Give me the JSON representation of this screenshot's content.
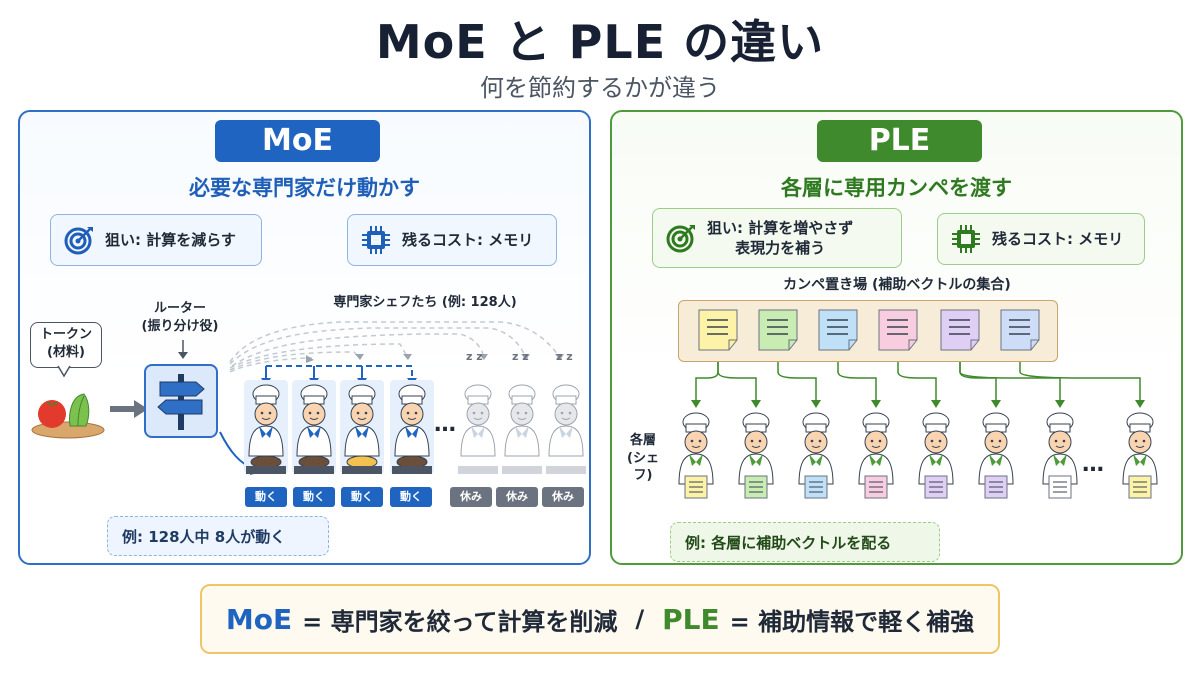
{
  "title": "MoE と PLE の違い",
  "subtitle": "何を節約するかが違う",
  "moe": {
    "tag": "MoE",
    "heading": "必要な専門家だけ動かす",
    "goal": "狙い: 計算を減らす",
    "cost": "残るコスト: メモリ",
    "token_label_1": "トークン",
    "token_label_2": "(材料)",
    "router_label_1": "ルーター",
    "router_label_2": "(振り分け役)",
    "experts_label": "専門家シェフたち (例: 128人)",
    "ellipsis": "…",
    "sleep": [
      "z z",
      "z z",
      "z z"
    ],
    "active_chips": [
      "動く",
      "動く",
      "動く",
      "動く"
    ],
    "rest_chips": [
      "休み",
      "休み",
      "休み"
    ],
    "example": "例: 128人中 8人が動く"
  },
  "ple": {
    "tag": "PLE",
    "heading": "各層に専用カンペを渡す",
    "goal_1": "狙い: 計算を増やさず",
    "goal_2": "表現力を補う",
    "cost": "残るコスト: メモリ",
    "store_label": "カンペ置き場 (補助ベクトルの集合)",
    "layer_label_1": "各層",
    "layer_label_2": "(シェフ)",
    "ellipsis": "…",
    "note_colors": [
      "#fdf3a8",
      "#c9ecb3",
      "#bfe0f7",
      "#f8cde0",
      "#e0cff5",
      "#cdddf7"
    ],
    "chef_note_colors": [
      "#fdf3a8",
      "#c9ecb3",
      "#bfe0f7",
      "#f8cde0",
      "#e0cff5",
      "#e0cff5",
      "#ffffff",
      "#fdf3a8"
    ],
    "example": "例: 各層に補助ベクトルを配る"
  },
  "summary": {
    "moe": "MoE",
    "moe_text": "= 専門家を絞って計算を削減",
    "slash": "/",
    "ple": "PLE",
    "ple_text": "= 補助情報で軽く補強"
  },
  "colors": {
    "moe_blue": "#1f64c1",
    "ple_green": "#3f8a2c",
    "summary_border": "#efc56a"
  }
}
